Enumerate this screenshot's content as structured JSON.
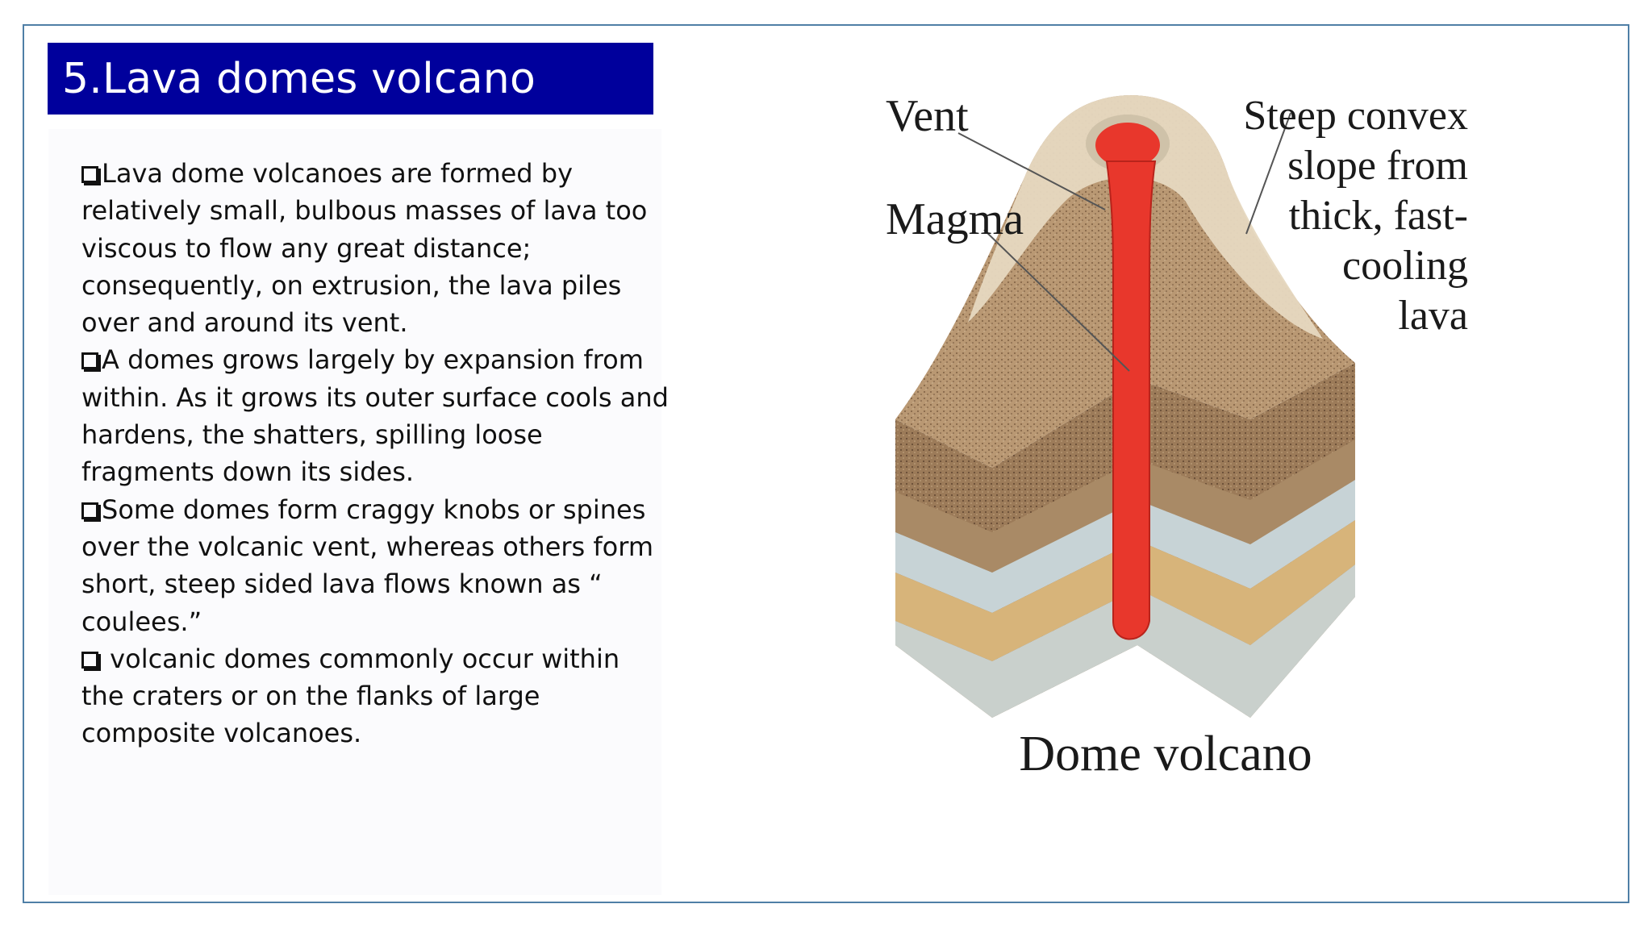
{
  "slide": {
    "title": "5.Lava domes volcano",
    "bullet_lines": [
      [
        "Lava dome volcanoes are formed by",
        "relatively small, bulbous masses of lava too",
        "viscous to flow any great distance;",
        "consequently, on extrusion, the lava piles",
        "over and around its vent."
      ],
      [
        "A domes grows largely by expansion from",
        "within. As it grows its outer surface cools and",
        "hardens, the shatters, spilling loose",
        "fragments down its sides."
      ],
      [
        "Some domes form craggy knobs or spines",
        "over the volcanic vent, whereas others form",
        "short, steep sided lava flows known as “",
        "coulees.”"
      ],
      [
        " volcanic domes commonly occur within",
        "the craters or on the flanks of large",
        "composite volcanoes."
      ]
    ]
  },
  "figure": {
    "labels": {
      "vent": "Vent",
      "magma": "Magma",
      "steep_line1": "Steep convex",
      "steep_line2": "slope from",
      "steep_line3": "thick, fast-",
      "steep_line4": "cooling",
      "steep_line5": "lava",
      "caption": "Dome volcano"
    },
    "colors": {
      "magma": "#e8372c",
      "dome": "#e6d8c0",
      "soil": "#b99873",
      "layer_tan": "#d7b47a",
      "layer_blue": "#c7d3d6",
      "layer_brown": "#a98a66"
    }
  },
  "colors": {
    "title_bg": "#00009c",
    "title_text": "#ffffff",
    "frame_border": "#4f7fa6"
  }
}
